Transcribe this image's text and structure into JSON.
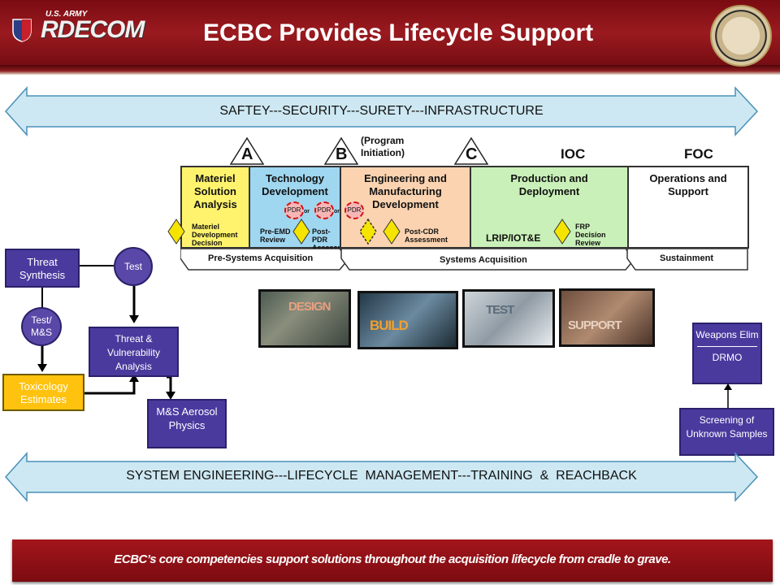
{
  "header": {
    "logo_org": "U.S. ARMY",
    "logo_name": "RDECOM",
    "title": "ECBC Provides Lifecycle Support"
  },
  "top_banner": "SAFTEY---SECURITY---SURETY---INFRASTRUCTURE",
  "milestones": {
    "a": "A",
    "b": "B",
    "program_initiation": "(Program Initiation)",
    "c": "C",
    "ioc": "IOC",
    "foc": "FOC"
  },
  "phases": [
    {
      "title": "Materiel Solution Analysis",
      "color": "#fff36e",
      "note": "Materiel Development Decision"
    },
    {
      "title": "Technology Development",
      "color": "#9fd6f0",
      "note": "Pre-EMD Review",
      "note2": "Post-PDR Assessment"
    },
    {
      "title": "Engineering and Manufacturing Development",
      "color": "#fbd3b0",
      "note": "Post-CDR Assessment"
    },
    {
      "title": "Production and Deployment",
      "color": "#c9f0b8",
      "note": "LRIP/IOT&E",
      "note2": "FRP Decision Review"
    },
    {
      "title": "Operations and Support",
      "color": "#ffffff"
    }
  ],
  "pdr": {
    "label": "PDR",
    "or": "or"
  },
  "acquisition_bands": {
    "pre": "Pre-Systems Acquisition",
    "systems": "Systems Acquisition",
    "sustainment": "Sustainment"
  },
  "photos": [
    "DESIGN",
    "BUILD",
    "TEST",
    "SUPPORT"
  ],
  "threat": {
    "synthesis": "Threat Synthesis",
    "test": "Test",
    "test_ms": "Test/ M&S",
    "vulnerability": "Threat & Vulnerability Analysis",
    "toxicology": "Toxicology Estimates",
    "aerosol": "M&S Aerosol Physics"
  },
  "right_side": {
    "weapons_elim": "Weapons Elim",
    "drmo": "DRMO",
    "screening": "Screening of Unknown Samples"
  },
  "bottom_banner": "SYSTEM ENGINEERING---LIFECYCLE  MANAGEMENT---TRAINING  &  REACHBACK",
  "footer": "ECBC’s core competencies support solutions throughout the acquisition lifecycle from cradle to grave.",
  "colors": {
    "brand_red": "#9a1a1f",
    "banner_blue": "#cde8f2",
    "purple": "#4a3a9e",
    "toxicology": "#ffc20e"
  }
}
